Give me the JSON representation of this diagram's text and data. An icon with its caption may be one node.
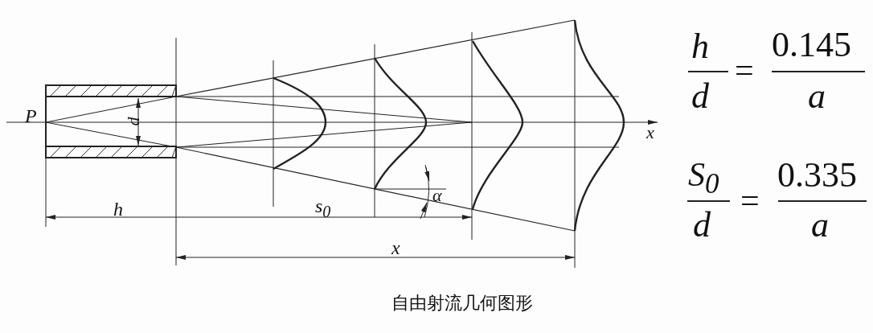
{
  "diagram": {
    "caption": "自由射流几何图形",
    "labels": [
      "P",
      "d",
      "h",
      "s$_{0}$",
      "x",
      "α",
      "x",
      "h",
      "d",
      "=",
      "0.145",
      "a",
      "S$_{0}$",
      "d",
      "=",
      "0.335",
      "a"
    ]
  }
}
